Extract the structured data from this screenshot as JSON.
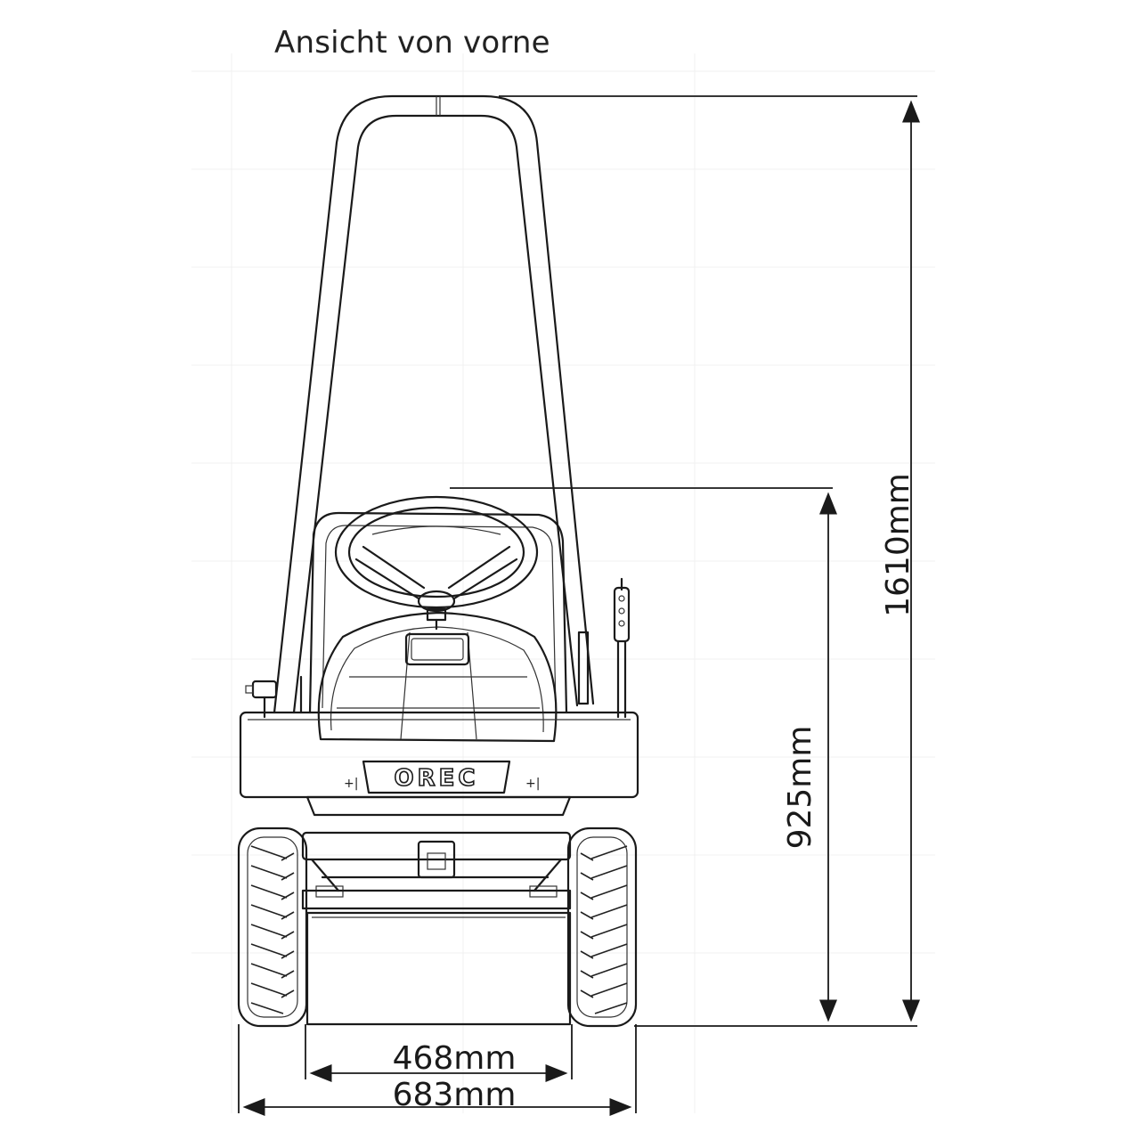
{
  "title": "Ansicht von vorne",
  "brand_logo": "OREC",
  "dimensions": {
    "total_height": "1610mm",
    "steering_height": "925mm",
    "cut_width": "468mm",
    "total_width": "683mm"
  }
}
